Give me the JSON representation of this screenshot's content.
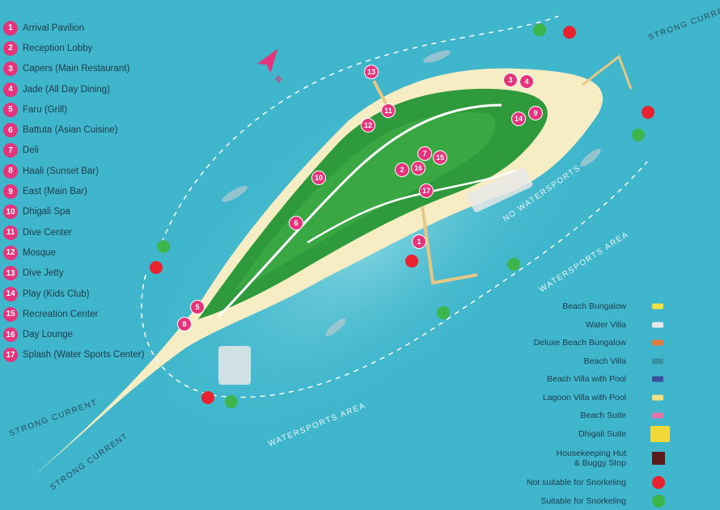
{
  "points_of_interest": [
    {
      "num": "1",
      "label": "Arrival Pavilion"
    },
    {
      "num": "2",
      "label": "Reception Lobby"
    },
    {
      "num": "3",
      "label": "Capers (Main Restaurant)"
    },
    {
      "num": "4",
      "label": "Jade (All Day Dining)"
    },
    {
      "num": "5",
      "label": "Faru (Grill)"
    },
    {
      "num": "6",
      "label": "Battuta (Asian Cuisine)"
    },
    {
      "num": "7",
      "label": "Deli"
    },
    {
      "num": "8",
      "label": "Haali (Sunset Bar)"
    },
    {
      "num": "9",
      "label": "East (Main Bar)"
    },
    {
      "num": "10",
      "label": "Dhigali Spa"
    },
    {
      "num": "11",
      "label": "Dive Center"
    },
    {
      "num": "12",
      "label": "Mosque"
    },
    {
      "num": "13",
      "label": "Dive Jetty"
    },
    {
      "num": "14",
      "label": "Play (Kids Club)"
    },
    {
      "num": "15",
      "label": "Recreation Center"
    },
    {
      "num": "16",
      "label": "Day Lounge"
    },
    {
      "num": "17",
      "label": "Splash (Water Sports Center)"
    }
  ],
  "legend": [
    {
      "label": "Beach Bungalow",
      "symbol": "bungalow-icon",
      "color": "#f2e24a"
    },
    {
      "label": "Water Villa",
      "symbol": "water-villa-icon",
      "color": "#e8e8e8"
    },
    {
      "label": "Deluxe Beach Bungalow",
      "symbol": "deluxe-bungalow-icon",
      "color": "#e07a3a"
    },
    {
      "label": "Beach Villa",
      "symbol": "beach-villa-icon",
      "color": "#3a8fa0"
    },
    {
      "label": "Beach Villa with Pool",
      "symbol": "villa-pool-icon",
      "color": "#3a4fa0"
    },
    {
      "label": "Lagoon Villa with Pool",
      "symbol": "lagoon-villa-icon",
      "color": "#f4e080"
    },
    {
      "label": "Beach Suite",
      "symbol": "beach-suite-icon",
      "color": "#e573a8"
    },
    {
      "label": "Dhigali Suite",
      "symbol": "dhigali-suite-icon",
      "color": "#f2d83a"
    },
    {
      "label": "Housekeeping Hut\n& Buggy Stop",
      "symbol": "housekeeping-hut-icon",
      "color": "#5a1a1a"
    },
    {
      "label": "Not suitable for Snorkeling",
      "symbol": "red-dot-icon",
      "color": "#e8222e"
    },
    {
      "label": "Suitable for Snorkeling",
      "symbol": "green-dot-icon",
      "color": "#3cb54a"
    }
  ],
  "map_labels": {
    "strong_current_top": "STRONG CURRENT",
    "strong_current_left": "STRONG CURRENT",
    "strong_current_bottom": "STRONG CURRENT",
    "watersports_right": "WATERSPORTS AREA",
    "watersports_bottom": "WATERSPORTS AREA",
    "no_watersports": "NO WATERSPORTS",
    "north": "N"
  },
  "colors": {
    "sea": "#3fb6cc",
    "sand": "#f6edc4",
    "vegetation": "#2e9a3c",
    "marker": "#e5337c",
    "not_snorkel": "#e8222e",
    "snorkel": "#3cb54a"
  }
}
